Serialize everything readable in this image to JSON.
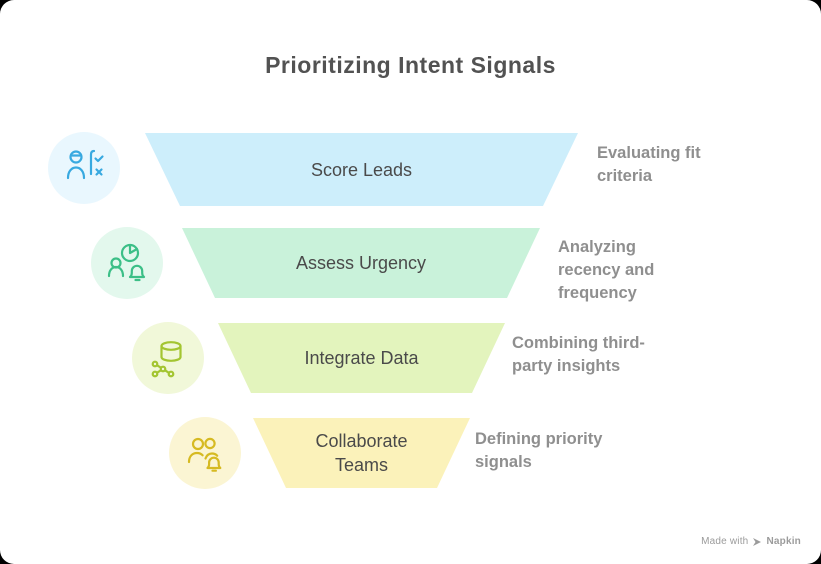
{
  "title": "Prioritizing Intent Signals",
  "watermark": {
    "made_with": "Made with",
    "brand": "Napkin"
  },
  "palette": {
    "title_text": "#525252",
    "label_text": "#4a4a4a",
    "annotation_text": "#8f8f8f",
    "background": "#ffffff"
  },
  "funnel": {
    "levels": [
      {
        "label": "Score Leads",
        "annotation_lines": [
          "Evaluating fit",
          "criteria"
        ],
        "fill": "#cdeefb",
        "icon": "person-checklist-icon",
        "icon_color": "#38a9e0",
        "icon_bg": "#e9f7fe"
      },
      {
        "label": "Assess Urgency",
        "annotation_lines": [
          "Analyzing",
          "recency and",
          "frequency"
        ],
        "fill": "#c9f2da",
        "icon": "pie-person-bell-icon",
        "icon_color": "#3cbf87",
        "icon_bg": "#e3f8ed"
      },
      {
        "label": "Integrate Data",
        "annotation_lines": [
          "Combining third-",
          "party insights"
        ],
        "fill": "#e3f4bd",
        "icon": "database-network-icon",
        "icon_color": "#a3c531",
        "icon_bg": "#f1f8d9"
      },
      {
        "label": "Collaborate Teams",
        "annotation_lines": [
          "Defining priority",
          "signals"
        ],
        "fill": "#fbf2ba",
        "icon": "team-bell-icon",
        "icon_color": "#d6ba22",
        "icon_bg": "#fbf5d3"
      }
    ]
  }
}
